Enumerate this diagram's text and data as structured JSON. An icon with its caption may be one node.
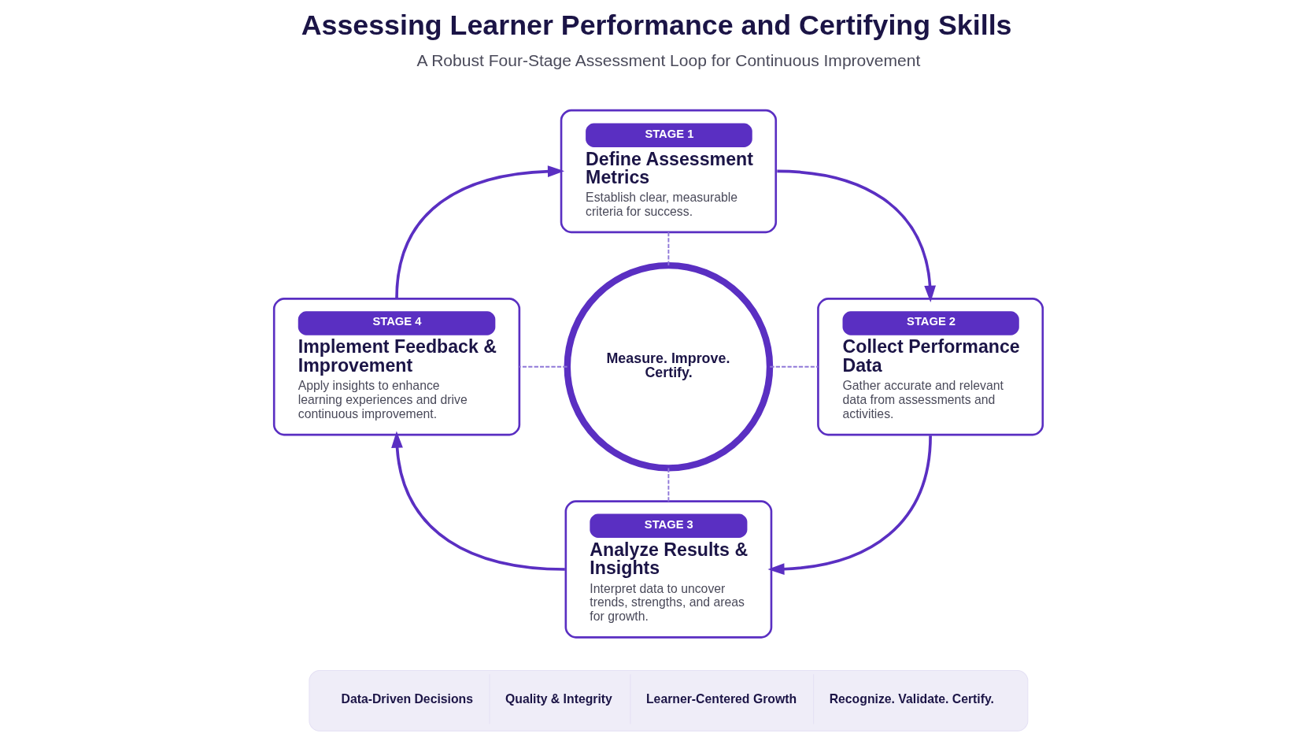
{
  "diagram": {
    "title": "Assessing Learner Performance and Certifying Skills",
    "nodes": [
      {
        "text": [
          "STAGE 1",
          "Define Assessment Metrics",
          "Establish clear, measurable criteria for success."
        ]
      },
      {
        "text": [
          "STAGE 2",
          "Collect Performance Data",
          "Gather accurate and relevant data from assessments and activities."
        ]
      },
      {
        "text": [
          "STAGE 3",
          "Analyze Results & Insights",
          "Interpret data to uncover trends, strengths, and areas for growth."
        ]
      },
      {
        "text": [
          "STAGE 4",
          "Implement Feedback & Improvement",
          "Apply insights to enhance learning experiences and drive continuous improvement."
        ]
      },
      {
        "text": [
          "Measure. Improve. Certify."
        ]
      },
      {
        "text": [
          "Data-Driven Decisions",
          "Quality & Integrity",
          "Learner-Centered Growth",
          "Recognize. Validate. Certify."
        ]
      }
    ],
    "edges": [
      {
        "from": 0,
        "to": 1,
        "arrow": "to"
      },
      {
        "from": 1,
        "to": 2,
        "arrow": "to"
      },
      {
        "from": 2,
        "to": 3,
        "arrow": "to"
      },
      {
        "from": 3,
        "to": 0,
        "arrow": "to"
      },
      {
        "from": 4,
        "to": 0,
        "arrow": "none",
        "style": "dashed",
        "color": "#8f78d8"
      },
      {
        "from": 4,
        "to": 1,
        "arrow": "none",
        "style": "dashed",
        "color": "#8f78d8"
      },
      {
        "from": 4,
        "to": 2,
        "arrow": "none",
        "style": "dashed",
        "color": "#8f78d8"
      },
      {
        "from": 4,
        "to": 3,
        "arrow": "none",
        "style": "dashed",
        "color": "#8f78d8"
      }
    ],
    "labels": [
      "A Robust Four-Stage Assessment Loop for Continuous Improvement"
    ]
  }
}
